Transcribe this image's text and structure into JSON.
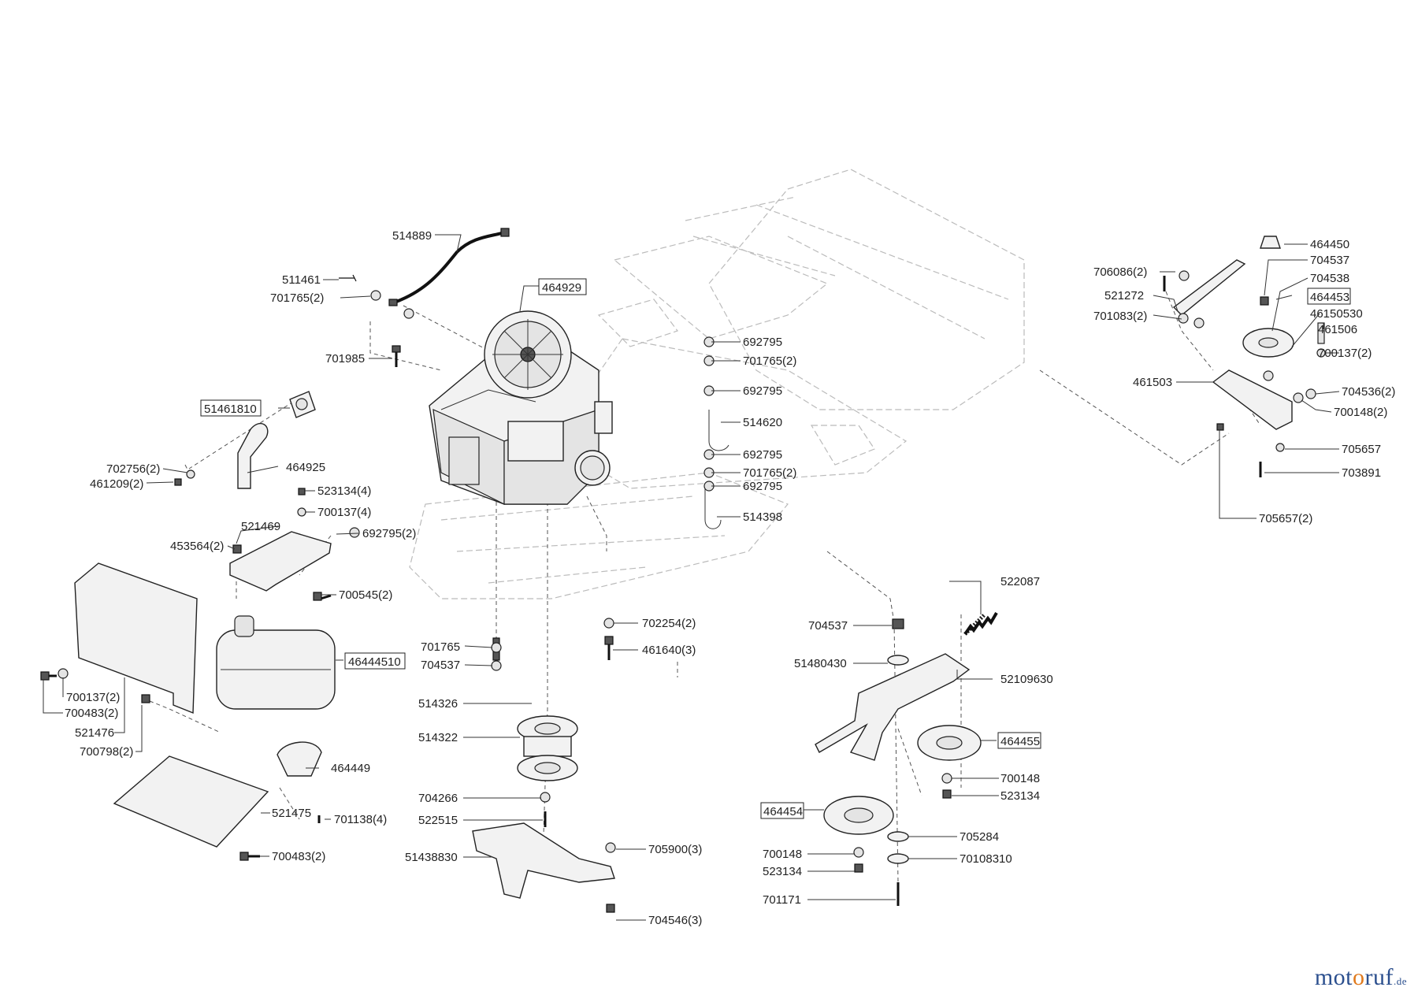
{
  "brand": {
    "name_a": "mot",
    "name_o": "o",
    "name_b": "ruf",
    "tld": ".de"
  },
  "labels": [
    {
      "id": "l514889",
      "text": "514889",
      "boxed": false
    },
    {
      "id": "l511461",
      "text": "511461",
      "boxed": false
    },
    {
      "id": "l701765_2a",
      "text": "701765(2)",
      "boxed": false
    },
    {
      "id": "l464929",
      "text": "464929",
      "boxed": true
    },
    {
      "id": "l701985",
      "text": "701985",
      "boxed": false
    },
    {
      "id": "l51461810",
      "text": "51461810",
      "boxed": true
    },
    {
      "id": "l702756",
      "text": "702756(2)",
      "boxed": false
    },
    {
      "id": "l461209",
      "text": "461209(2)",
      "boxed": false
    },
    {
      "id": "l464925",
      "text": "464925",
      "boxed": false
    },
    {
      "id": "l523134_4",
      "text": "523134(4)",
      "boxed": false
    },
    {
      "id": "l700137_4",
      "text": "700137(4)",
      "boxed": false
    },
    {
      "id": "l521469",
      "text": "521469",
      "boxed": false
    },
    {
      "id": "l692795_2",
      "text": "692795(2)",
      "boxed": false
    },
    {
      "id": "l453564",
      "text": "453564(2)",
      "boxed": false
    },
    {
      "id": "l700545",
      "text": "700545(2)",
      "boxed": false
    },
    {
      "id": "l46444510",
      "text": "46444510",
      "boxed": true
    },
    {
      "id": "l700137_2",
      "text": "700137(2)",
      "boxed": false
    },
    {
      "id": "l700483_2a",
      "text": "700483(2)",
      "boxed": false
    },
    {
      "id": "l521476",
      "text": "521476",
      "boxed": false
    },
    {
      "id": "l700798",
      "text": "700798(2)",
      "boxed": false
    },
    {
      "id": "l464449",
      "text": "464449",
      "boxed": false
    },
    {
      "id": "l521475",
      "text": "521475",
      "boxed": false
    },
    {
      "id": "l701138",
      "text": "701138(4)",
      "boxed": false
    },
    {
      "id": "l700483_2b",
      "text": "700483(2)",
      "boxed": false
    },
    {
      "id": "l692795a",
      "text": "692795",
      "boxed": false
    },
    {
      "id": "l701765_2b",
      "text": "701765(2)",
      "boxed": false
    },
    {
      "id": "l692795b",
      "text": "692795",
      "boxed": false
    },
    {
      "id": "l514620",
      "text": "514620",
      "boxed": false
    },
    {
      "id": "l692795c",
      "text": "692795",
      "boxed": false
    },
    {
      "id": "l701765_2c",
      "text": "701765(2)",
      "boxed": false
    },
    {
      "id": "l692795d",
      "text": "692795",
      "boxed": false
    },
    {
      "id": "l514398",
      "text": "514398",
      "boxed": false
    },
    {
      "id": "l702254",
      "text": "702254(2)",
      "boxed": false
    },
    {
      "id": "l701765",
      "text": "701765",
      "boxed": false
    },
    {
      "id": "l461640",
      "text": "461640(3)",
      "boxed": false
    },
    {
      "id": "l704537a",
      "text": "704537",
      "boxed": false
    },
    {
      "id": "l514326",
      "text": "514326",
      "boxed": false
    },
    {
      "id": "l514322",
      "text": "514322",
      "boxed": false
    },
    {
      "id": "l704266",
      "text": "704266",
      "boxed": false
    },
    {
      "id": "l522515",
      "text": "522515",
      "boxed": false
    },
    {
      "id": "l51438830",
      "text": "51438830",
      "boxed": false
    },
    {
      "id": "l705900",
      "text": "705900(3)",
      "boxed": false
    },
    {
      "id": "l704546",
      "text": "704546(3)",
      "boxed": false
    },
    {
      "id": "l522087",
      "text": "522087",
      "boxed": false
    },
    {
      "id": "l704537b",
      "text": "704537",
      "boxed": false
    },
    {
      "id": "l51480430",
      "text": "51480430",
      "boxed": false
    },
    {
      "id": "l52109630",
      "text": "52109630",
      "boxed": false
    },
    {
      "id": "l464455",
      "text": "464455",
      "boxed": true
    },
    {
      "id": "l700148a",
      "text": "700148",
      "boxed": false
    },
    {
      "id": "l523134a",
      "text": "523134",
      "boxed": false
    },
    {
      "id": "l464454",
      "text": "464454",
      "boxed": true
    },
    {
      "id": "l705284",
      "text": "705284",
      "boxed": false
    },
    {
      "id": "l700148b",
      "text": "700148",
      "boxed": false
    },
    {
      "id": "l70108310",
      "text": "70108310",
      "boxed": false
    },
    {
      "id": "l523134b",
      "text": "523134",
      "boxed": false
    },
    {
      "id": "l701171",
      "text": "701171",
      "boxed": false
    },
    {
      "id": "l464450",
      "text": "464450",
      "boxed": false
    },
    {
      "id": "l706086",
      "text": "706086(2)",
      "boxed": false
    },
    {
      "id": "l704537c",
      "text": "704537",
      "boxed": false
    },
    {
      "id": "l704538",
      "text": "704538",
      "boxed": false
    },
    {
      "id": "l521272",
      "text": "521272",
      "boxed": false
    },
    {
      "id": "l464453",
      "text": "464453",
      "boxed": true
    },
    {
      "id": "l701083",
      "text": "701083(2)",
      "boxed": false
    },
    {
      "id": "l46150530",
      "text": "46150530",
      "boxed": false
    },
    {
      "id": "l461506",
      "text": "461506",
      "boxed": false
    },
    {
      "id": "l700137_2b",
      "text": "700137(2)",
      "boxed": false
    },
    {
      "id": "l461503",
      "text": "461503",
      "boxed": false
    },
    {
      "id": "l704536",
      "text": "704536(2)",
      "boxed": false
    },
    {
      "id": "l700148_2",
      "text": "700148(2)",
      "boxed": false
    },
    {
      "id": "l705657",
      "text": "705657",
      "boxed": false
    },
    {
      "id": "l703891",
      "text": "703891",
      "boxed": false
    },
    {
      "id": "l705657_2",
      "text": "705657(2)",
      "boxed": false
    }
  ]
}
